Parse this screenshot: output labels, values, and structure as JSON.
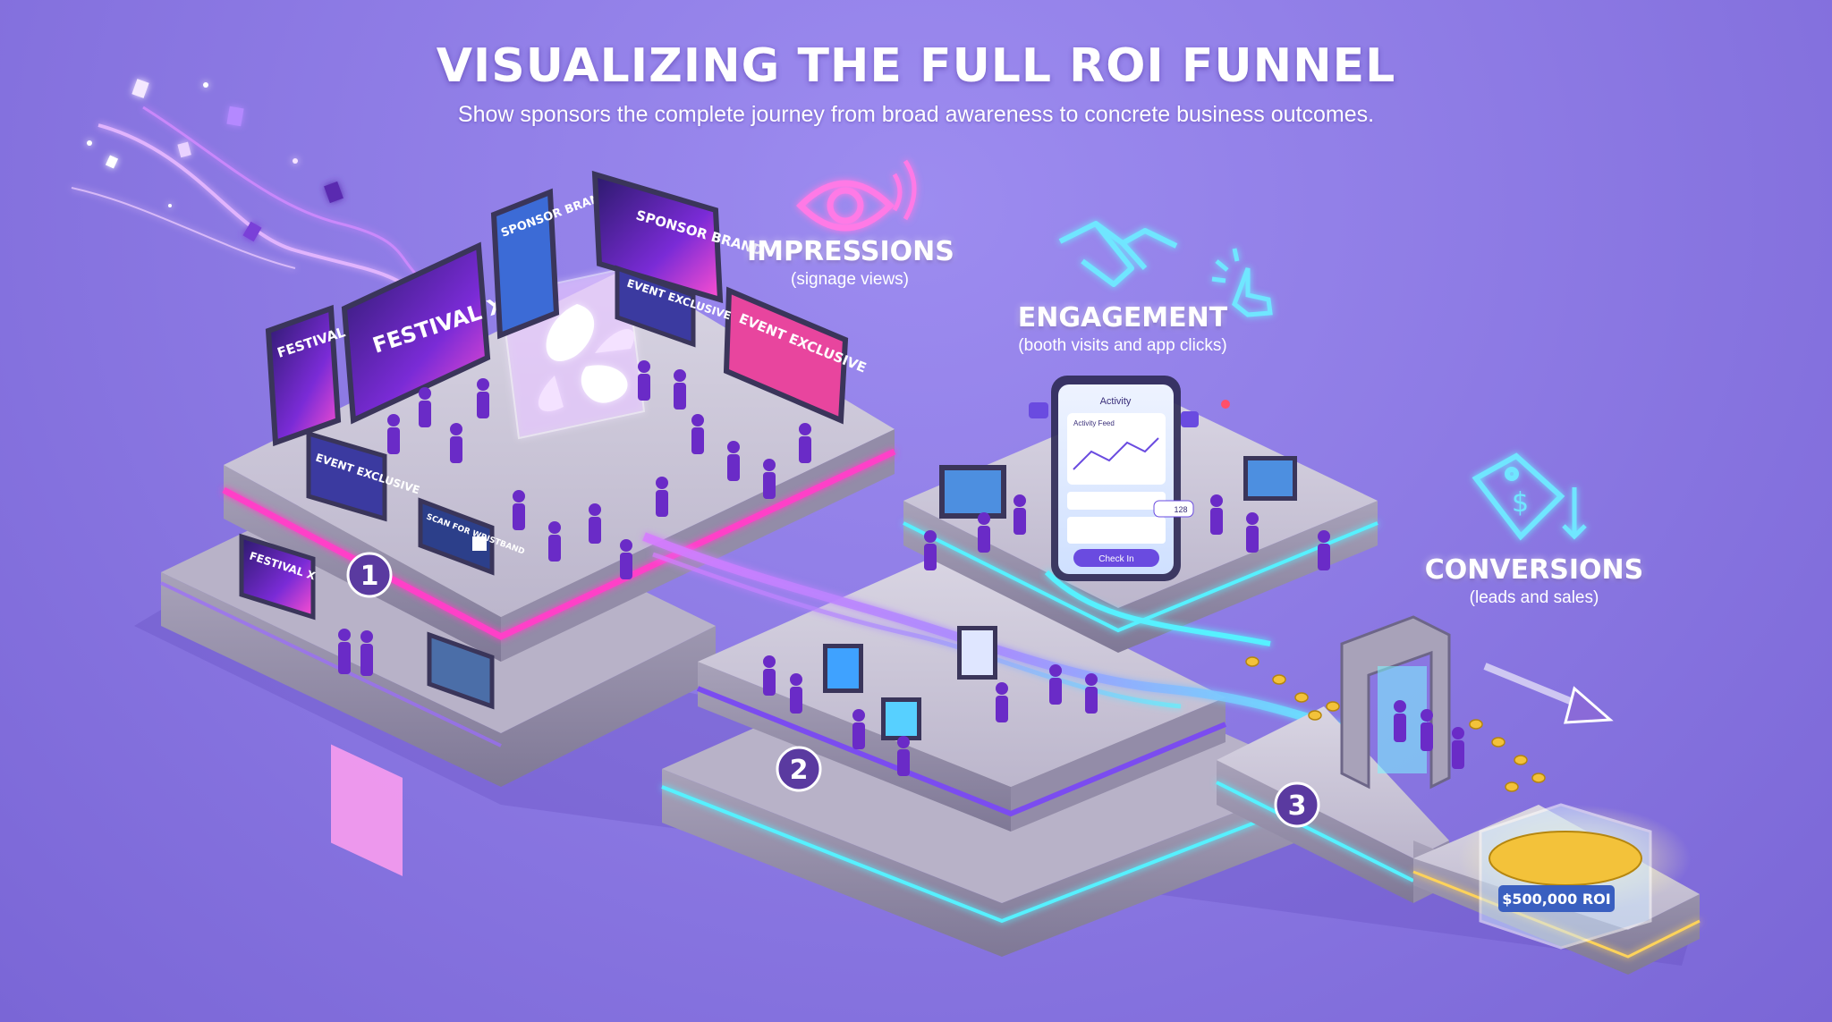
{
  "header": {
    "title": "VISUALIZING THE FULL ROI FUNNEL",
    "subtitle": "Show sponsors the complete journey from broad awareness to concrete business outcomes."
  },
  "stages": [
    {
      "number": "1",
      "title": "IMPRESSIONS",
      "subtitle": "(signage views)",
      "icon": "eye-icon"
    },
    {
      "number": "2",
      "title": "ENGAGEMENT",
      "subtitle": "(booth visits and app clicks)",
      "icon": "handshake-icon"
    },
    {
      "number": "3",
      "title": "CONVERSIONS",
      "subtitle": "(leads and sales)",
      "icon": "price-tag-icon"
    }
  ],
  "signage": {
    "festival_x_main": "FESTIVAL X",
    "festival_small": "FESTIVAL",
    "festival_x_base": "FESTIVAL X",
    "sponsor_brand_1": "SPONSOR BRAND",
    "sponsor_brand_2": "SPONSOR BRAND",
    "event_exclusive_1": "EVENT EXCLUSIVE",
    "event_exclusive_2": "EVENT EXCLUSIVE",
    "event_exclusive_3": "EVENT EXCLUSIVE",
    "scan_board": "SCAN FOR WRISTBAND"
  },
  "phone": {
    "header": "Activity",
    "feed_title": "Activity Feed",
    "button": "Check In",
    "like_count": "128"
  },
  "treasure": {
    "label": "$500,000 ROI"
  },
  "colors": {
    "background": "#8f7de6",
    "accent_magenta": "#ff3fc8",
    "accent_cyan": "#57f1ff",
    "platform": "#c9c4d6"
  }
}
